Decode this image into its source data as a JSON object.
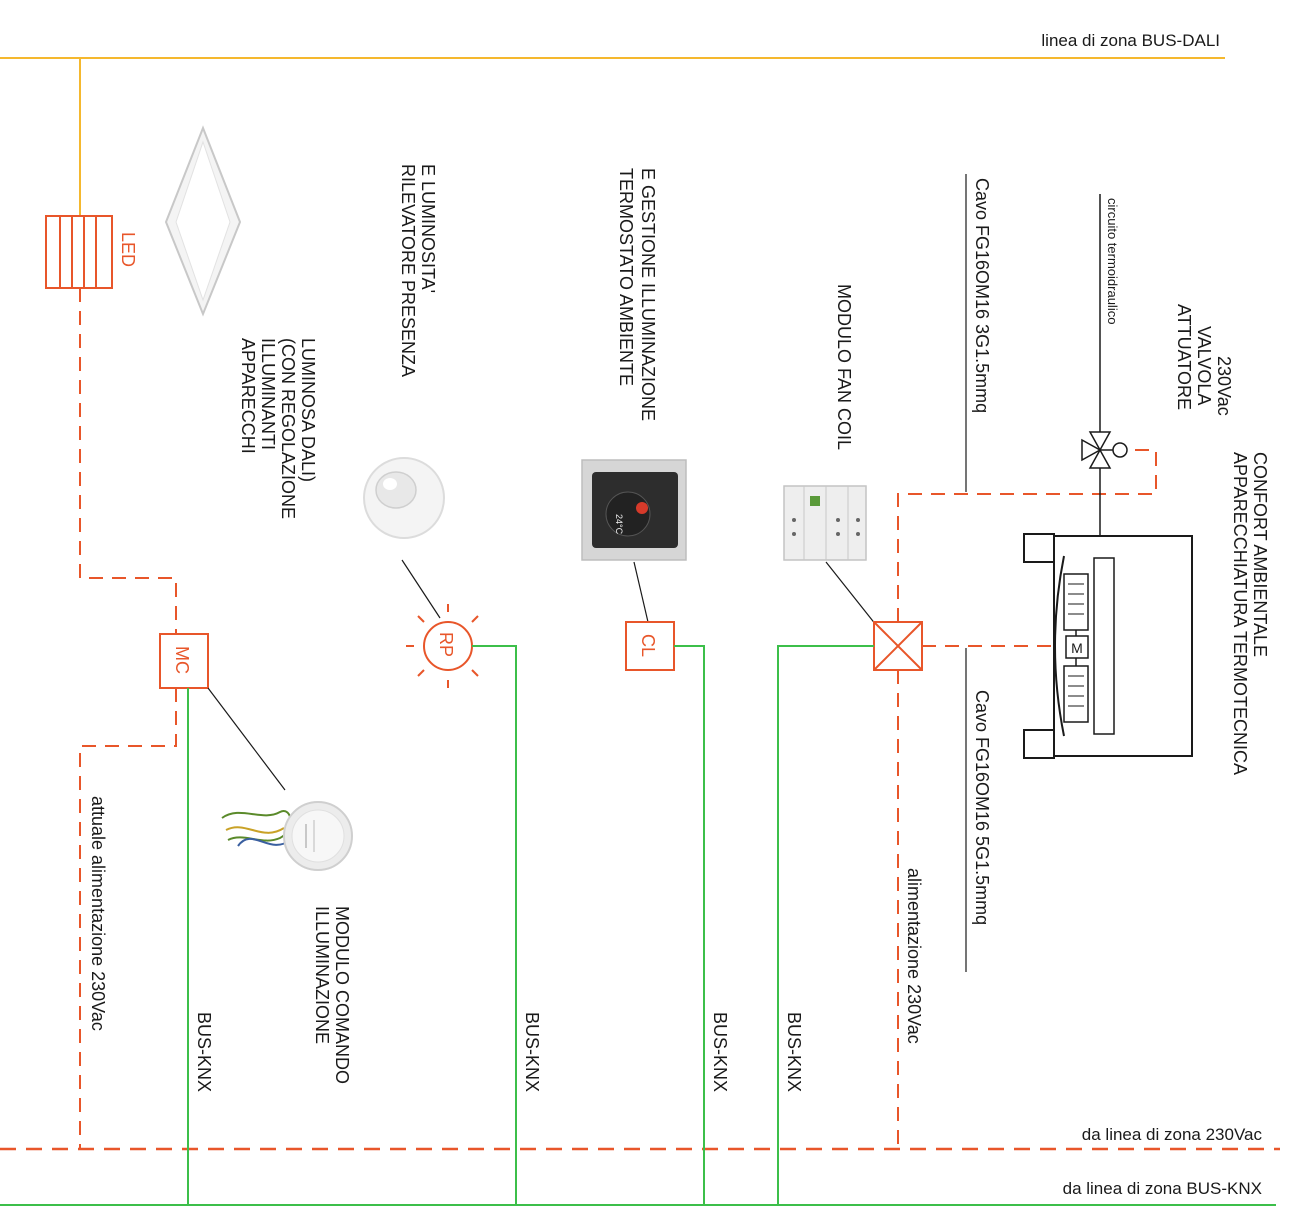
{
  "lines": {
    "dali_zone": "linea di zona BUS-DALI",
    "power_zone": "da linea di zona 230Vac",
    "knx_zone": "da linea di zona BUS-KNX"
  },
  "devices": {
    "led_symbol": "LED",
    "luminaires": [
      "APPARECCHI",
      "ILLUMINANTI",
      "(CON REGOLAZIONE",
      "LUMINOSA DALI)"
    ],
    "presence_sensor": [
      "RILEVATORE PRESENZA",
      "E LUMINOSITA'"
    ],
    "thermostat": [
      "TERMOSTATO AMBIENTE",
      "E GESTIONE ILLUMINAZIONE"
    ],
    "thermostat_display": "24°C",
    "fan_coil_module": "MODULO FAN COIL",
    "valve_actuator": [
      "ATTUATORE",
      "VALVOLA",
      "230Vac"
    ],
    "hydraulic_circuit": "circuito termoidraulico",
    "hvac_unit": [
      "APPARECCHIATURA TERMOTECNICA",
      "CONFORT AMBIENTALE"
    ],
    "lighting_module": [
      "MODULO COMANDO",
      "ILLUMINAZIONE"
    ],
    "motor_symbol": "M"
  },
  "symbols": {
    "mc": "MC",
    "rp": "RP",
    "cl": "CL"
  },
  "cables": {
    "cable_3g": "Cavo FG16OM16 3G1.5mmq",
    "cable_5g": "Cavo FG16OM16 5G1.5mmq",
    "power_230": "alimentazione 230Vac",
    "existing_power": "attuale alimentazione 230Vac",
    "bus_knx": "BUS-KNX"
  },
  "colors": {
    "dali": "#f5b82e",
    "power": "#e8562a",
    "knx": "#3cbf4a",
    "ink": "#1a1a1a"
  }
}
